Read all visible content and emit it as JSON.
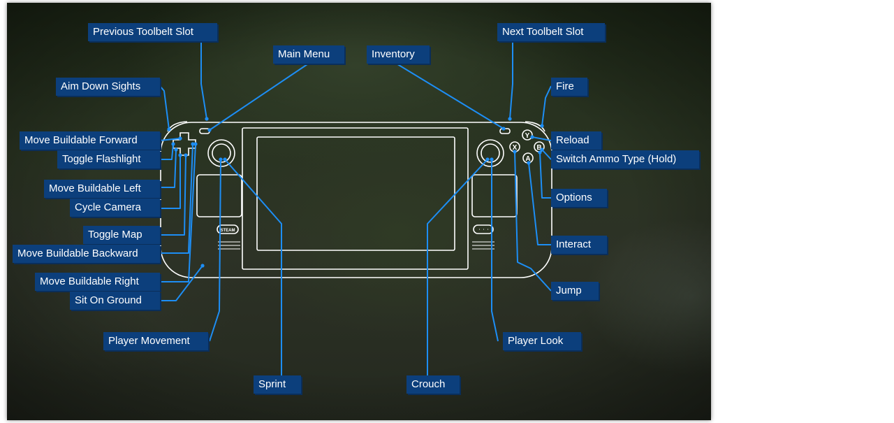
{
  "labels": {
    "previous_toolbelt_slot": "Previous Toolbelt Slot",
    "main_menu": "Main Menu",
    "inventory": "Inventory",
    "next_toolbelt_slot": "Next Toolbelt Slot",
    "aim_down_sights": "Aim Down Sights",
    "fire": "Fire",
    "move_buildable_forward": "Move Buildable Forward",
    "toggle_flashlight": "Toggle Flashlight",
    "reload": "Reload",
    "switch_ammo_type": "Switch Ammo Type (Hold)",
    "move_buildable_left": "Move Buildable Left",
    "cycle_camera": "Cycle Camera",
    "options": "Options",
    "toggle_map": "Toggle Map",
    "move_buildable_backward": "Move Buildable Backward",
    "interact": "Interact",
    "move_buildable_right": "Move Buildable Right",
    "sit_on_ground": "Sit On Ground",
    "jump": "Jump",
    "player_movement": "Player Movement",
    "player_look": "Player Look",
    "sprint": "Sprint",
    "crouch": "Crouch"
  },
  "device": {
    "steam_button": "STEAM",
    "face_buttons": {
      "y": "Y",
      "x": "X",
      "b": "B",
      "a": "A"
    }
  },
  "colors": {
    "label_bg": "#0c3f7c",
    "leader_line": "#1d8ef5",
    "outline": "#ffffff"
  }
}
